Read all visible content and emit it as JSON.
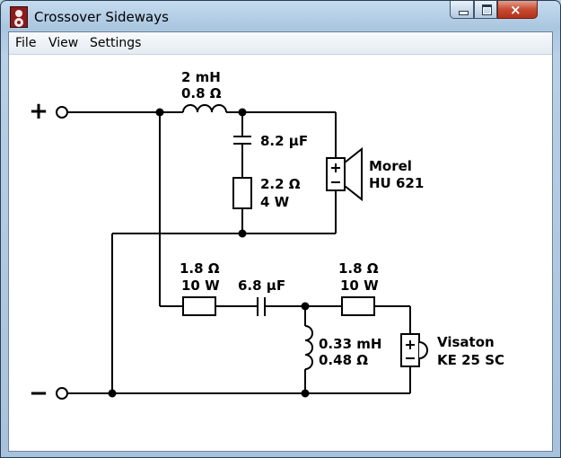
{
  "window": {
    "title": "Crossover Sideways"
  },
  "caption_buttons": {
    "minimize": "minimize",
    "maximize": "maximize",
    "close": "×"
  },
  "menu": {
    "file": "File",
    "view": "View",
    "settings": "Settings"
  },
  "schematic": {
    "plus_terminal": "+",
    "minus_terminal": "−",
    "inductor_top": {
      "value": "2 mH",
      "resistance": "0.8 Ω"
    },
    "capacitor_top": {
      "value": "8.2 µF"
    },
    "resistor_top": {
      "value": "2.2 Ω",
      "power": "4 W"
    },
    "woofer": {
      "brand": "Morel",
      "model": "HU 621"
    },
    "resistor_bottom_left": {
      "value": "1.8 Ω",
      "power": "10 W"
    },
    "capacitor_bottom": {
      "value": "6.8 µF"
    },
    "resistor_bottom_right": {
      "value": "1.8 Ω",
      "power": "10 W"
    },
    "inductor_bottom": {
      "value": "0.33 mH",
      "resistance": "0.48 Ω"
    },
    "tweeter": {
      "brand": "Visaton",
      "model": "KE 25 SC"
    },
    "speaker_plus": "+",
    "speaker_minus": "−"
  }
}
